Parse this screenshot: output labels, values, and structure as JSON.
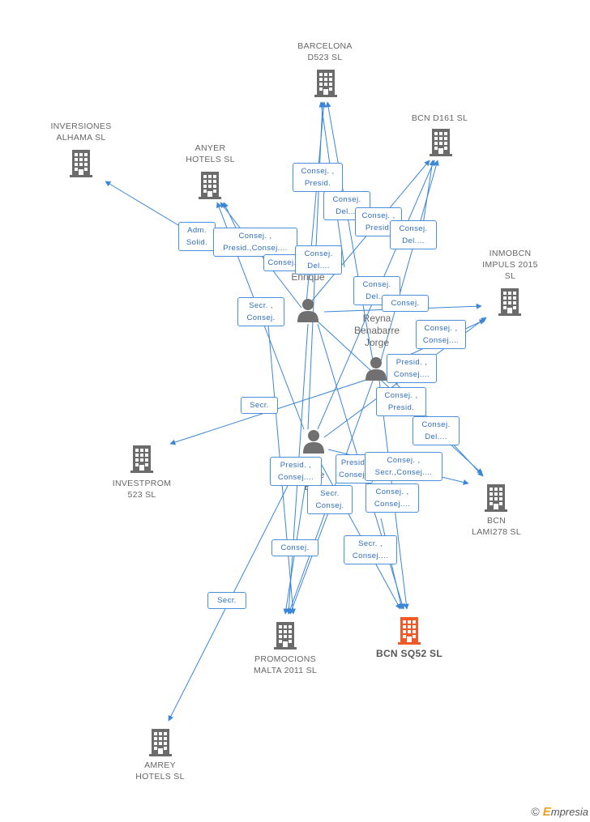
{
  "colors": {
    "edge": "#3b86d8",
    "building": "#6b6b6b",
    "main_building": "#f05a28",
    "person": "#707070"
  },
  "companies": [
    {
      "id": "barcelona",
      "label": "BARCELONA\nD523 SL",
      "icon": "building-icon"
    },
    {
      "id": "bcnd161",
      "label": "BCN D161 SL",
      "icon": "building-icon"
    },
    {
      "id": "inversiones",
      "label": "INVERSIONES\nALHAMA SL",
      "icon": "building-icon"
    },
    {
      "id": "anyer",
      "label": "ANYER\nHOTELS SL",
      "icon": "building-icon"
    },
    {
      "id": "inmobcn",
      "label": "INMOBCN\nIMPULS 2015\nSL",
      "icon": "building-icon"
    },
    {
      "id": "investprom",
      "label": "INVESTPROM\n523 SL",
      "icon": "building-icon"
    },
    {
      "id": "lami",
      "label": "BCN\nLAMI278 SL",
      "icon": "building-icon"
    },
    {
      "id": "promocions",
      "label": "PROMOCIONS\nMALTA 2011 SL",
      "icon": "building-icon"
    },
    {
      "id": "main",
      "label": "BCN SQ52 SL",
      "icon": "building-icon",
      "main": true
    },
    {
      "id": "amrey",
      "label": "AMREY\nHOTELS SL",
      "icon": "building-icon"
    }
  ],
  "persons": [
    {
      "id": "p1",
      "label": "Martinez\nEnrique",
      "icon": "person-icon"
    },
    {
      "id": "p2",
      "label": "Reyna\nBenabarre\nJorge",
      "icon": "person-icon"
    },
    {
      "id": "p3",
      "label": "...a\n...rre\nEn...",
      "icon": "person-icon"
    }
  ],
  "edge_labels": [
    "Consej. ,\nPresid.",
    "Consej.\nDel....",
    "Consej. ,\nPresid.",
    "Consej.\nDel....",
    "Adm.\nSolid.",
    "Consej. ,\nPresid.,Consej....",
    "Consej.",
    "Consej.\nDel....",
    "Consej.\nDel....",
    "Consej.",
    "Secr. ,\nConsej.",
    "Consej. ,\nConsej....",
    "Presid. ,\nConsej....",
    "Secr.",
    "Consej. ,\nPresid.",
    "Consej.\nDel....",
    "Presid. ,\nConsej....",
    "Presid.\nConsej...",
    "Consej. ,\nSecr.,Consej....",
    "Secr.\nConsej.",
    "Consej. ,\nConsej....",
    "Consej.",
    "Secr. ,\nConsej....",
    "Secr."
  ],
  "brand": {
    "copyright": "©",
    "name_first": "E",
    "name_rest": "mpresia"
  }
}
